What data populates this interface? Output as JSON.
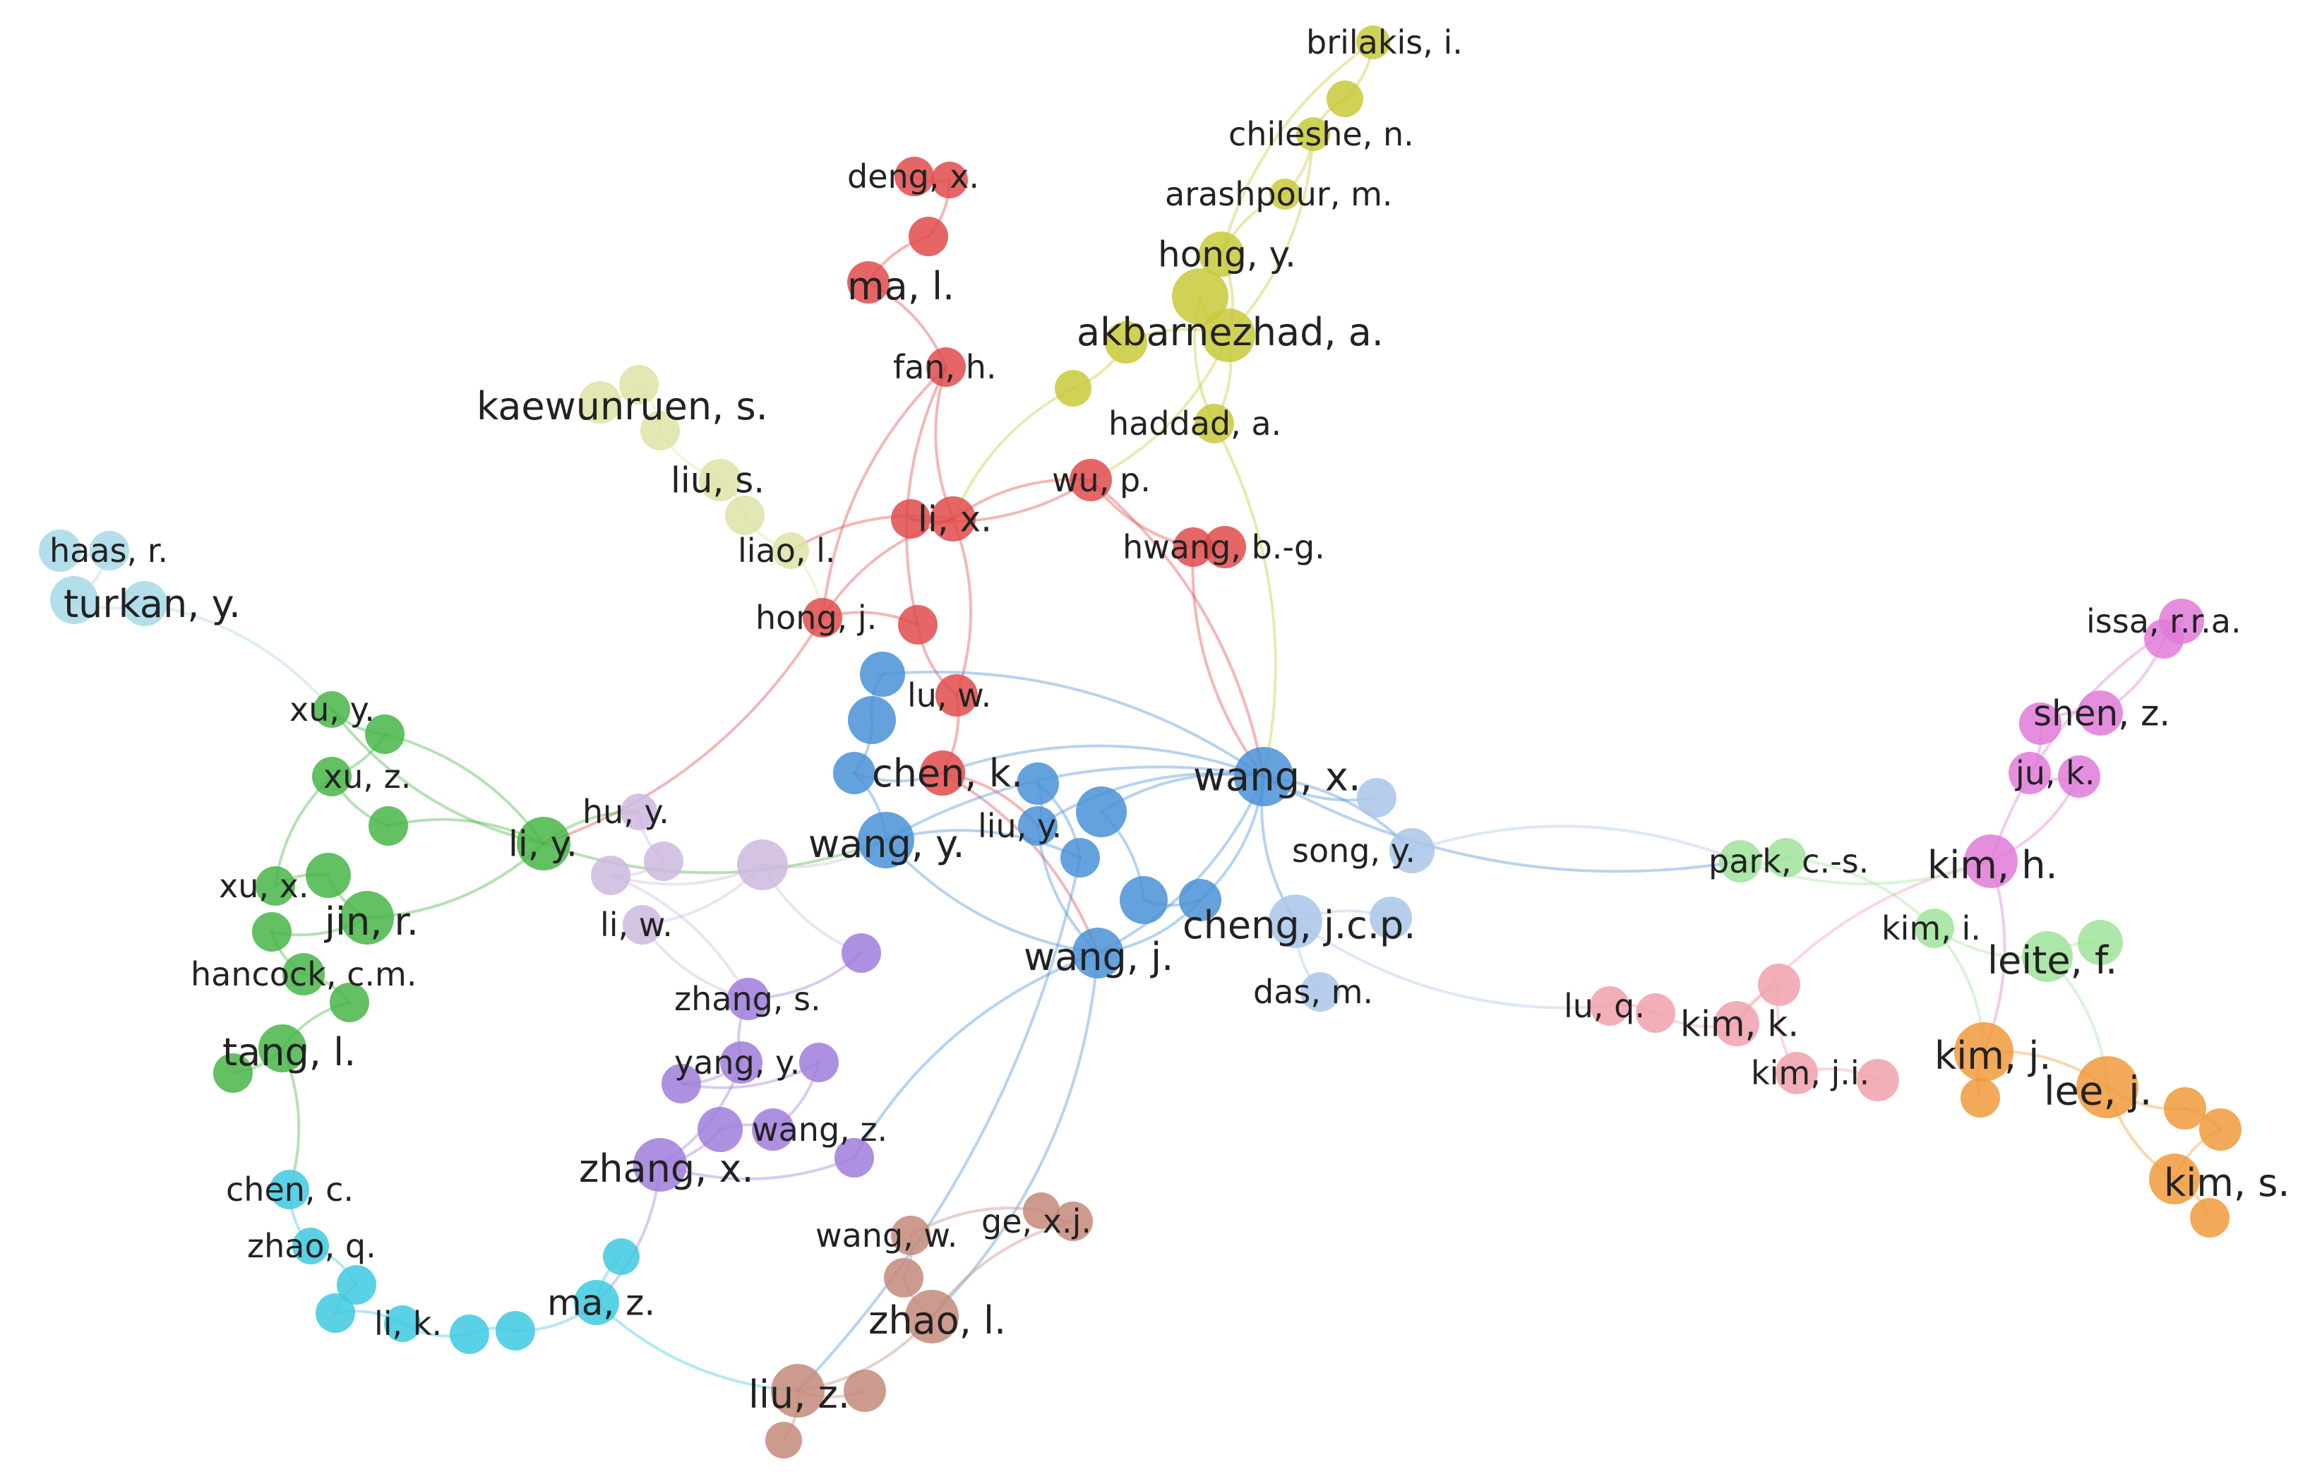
{
  "clusters": {
    "red": "#e04b4b",
    "yellow": "#c8c93a",
    "lightyellow": "#dde3a6",
    "cyanlight": "#a6d8e6",
    "green": "#48b548",
    "blue": "#4a90d6",
    "lightblue": "#a9c6e8",
    "lavender": "#cdb8de",
    "purple": "#a07cdc",
    "cyan": "#3ec9e0",
    "brown": "#c48a7a",
    "pink": "#f0a1ac",
    "lightgreen": "#9fe39a",
    "magenta": "#e07ad8",
    "orange": "#f09a3c"
  },
  "nodes": [
    {
      "id": "brilakis_i",
      "label": "brilakis, i.",
      "cluster": "yellow"
    },
    {
      "id": "y_b2",
      "label": "",
      "cluster": "yellow"
    },
    {
      "id": "chileshe_n",
      "label": "chileshe, n.",
      "cluster": "yellow"
    },
    {
      "id": "arashpour_m",
      "label": "arashpour, m.",
      "cluster": "yellow"
    },
    {
      "id": "hong_y",
      "label": "hong, y.",
      "cluster": "yellow"
    },
    {
      "id": "akbarnezhad_a",
      "label": "akbarnezhad, a.",
      "cluster": "yellow"
    },
    {
      "id": "y_a2",
      "label": "",
      "cluster": "yellow"
    },
    {
      "id": "y_a3",
      "label": "",
      "cluster": "yellow"
    },
    {
      "id": "y_small",
      "label": "",
      "cluster": "yellow"
    },
    {
      "id": "haddad_a",
      "label": "haddad, a.",
      "cluster": "yellow"
    },
    {
      "id": "deng_x",
      "label": "deng, x.",
      "cluster": "red"
    },
    {
      "id": "r_d2",
      "label": "",
      "cluster": "red"
    },
    {
      "id": "r_d3",
      "label": "",
      "cluster": "red"
    },
    {
      "id": "ma_l",
      "label": "ma, l.",
      "cluster": "red"
    },
    {
      "id": "fan_h",
      "label": "fan, h.",
      "cluster": "red"
    },
    {
      "id": "li_x",
      "label": "li, x.",
      "cluster": "red"
    },
    {
      "id": "r_l2",
      "label": "",
      "cluster": "red"
    },
    {
      "id": "wu_p",
      "label": "wu, p.",
      "cluster": "red"
    },
    {
      "id": "hwang_bg",
      "label": "hwang, b.-g.",
      "cluster": "red"
    },
    {
      "id": "r_h2",
      "label": "",
      "cluster": "red"
    },
    {
      "id": "hong_j",
      "label": "hong, j.",
      "cluster": "red"
    },
    {
      "id": "r_j2",
      "label": "",
      "cluster": "red"
    },
    {
      "id": "lu_w",
      "label": "lu, w.",
      "cluster": "red"
    },
    {
      "id": "chen_k",
      "label": "chen, k.",
      "cluster": "red"
    },
    {
      "id": "kaewunruen_s",
      "label": "kaewunruen, s.",
      "cluster": "lightyellow"
    },
    {
      "id": "ly_k2",
      "label": "",
      "cluster": "lightyellow"
    },
    {
      "id": "ly_k3",
      "label": "",
      "cluster": "lightyellow"
    },
    {
      "id": "liu_s",
      "label": "liu, s.",
      "cluster": "lightyellow"
    },
    {
      "id": "ly_s2",
      "label": "",
      "cluster": "lightyellow"
    },
    {
      "id": "liao_l",
      "label": "liao, l.",
      "cluster": "lightyellow"
    },
    {
      "id": "haas_r",
      "label": "haas, r.",
      "cluster": "cyanlight"
    },
    {
      "id": "cl_h2",
      "label": "",
      "cluster": "cyanlight"
    },
    {
      "id": "turkan_y",
      "label": "turkan, y.",
      "cluster": "cyanlight"
    },
    {
      "id": "cl_t2",
      "label": "",
      "cluster": "cyanlight"
    },
    {
      "id": "xu_y",
      "label": "xu, y.",
      "cluster": "green"
    },
    {
      "id": "g_y2",
      "label": "",
      "cluster": "green"
    },
    {
      "id": "xu_z",
      "label": "xu, z.",
      "cluster": "green"
    },
    {
      "id": "g_z2",
      "label": "",
      "cluster": "green"
    },
    {
      "id": "li_y",
      "label": "li, y.",
      "cluster": "green"
    },
    {
      "id": "xu_x",
      "label": "xu, x.",
      "cluster": "green"
    },
    {
      "id": "g_x2",
      "label": "",
      "cluster": "green"
    },
    {
      "id": "jin_r",
      "label": "jin, r.",
      "cluster": "green"
    },
    {
      "id": "g_j2",
      "label": "",
      "cluster": "green"
    },
    {
      "id": "hancock_cm",
      "label": "hancock, c.m.",
      "cluster": "green"
    },
    {
      "id": "g_h2",
      "label": "",
      "cluster": "green"
    },
    {
      "id": "tang_l",
      "label": "tang, l.",
      "cluster": "green"
    },
    {
      "id": "g_t2",
      "label": "",
      "cluster": "green"
    },
    {
      "id": "b_1",
      "label": "",
      "cluster": "blue"
    },
    {
      "id": "b_2",
      "label": "",
      "cluster": "blue"
    },
    {
      "id": "b_3",
      "label": "",
      "cluster": "blue"
    },
    {
      "id": "wang_x",
      "label": "wang, x.",
      "cluster": "blue"
    },
    {
      "id": "wang_y",
      "label": "wang, y.",
      "cluster": "blue"
    },
    {
      "id": "liu_y",
      "label": "liu, y.",
      "cluster": "blue"
    },
    {
      "id": "b_4",
      "label": "",
      "cluster": "blue"
    },
    {
      "id": "b_5",
      "label": "",
      "cluster": "blue"
    },
    {
      "id": "b_6",
      "label": "",
      "cluster": "blue"
    },
    {
      "id": "b_7",
      "label": "",
      "cluster": "blue"
    },
    {
      "id": "b_8",
      "label": "",
      "cluster": "blue"
    },
    {
      "id": "wang_j",
      "label": "wang, j.",
      "cluster": "blue"
    },
    {
      "id": "lb_1",
      "label": "",
      "cluster": "lightblue"
    },
    {
      "id": "song_y",
      "label": "song, y.",
      "cluster": "lightblue"
    },
    {
      "id": "cheng_jcp",
      "label": "cheng, j.c.p.",
      "cluster": "lightblue"
    },
    {
      "id": "lb_2",
      "label": "",
      "cluster": "lightblue"
    },
    {
      "id": "das_m",
      "label": "das, m.",
      "cluster": "lightblue"
    },
    {
      "id": "hu_y",
      "label": "hu, y.",
      "cluster": "lavender"
    },
    {
      "id": "lv_2",
      "label": "",
      "cluster": "lavender"
    },
    {
      "id": "lv_3",
      "label": "",
      "cluster": "lavender"
    },
    {
      "id": "lv_4",
      "label": "",
      "cluster": "lavender"
    },
    {
      "id": "li_w",
      "label": "li, w.",
      "cluster": "lavender"
    },
    {
      "id": "p_1",
      "label": "",
      "cluster": "purple"
    },
    {
      "id": "zhang_s",
      "label": "zhang, s.",
      "cluster": "purple"
    },
    {
      "id": "yang_y",
      "label": "yang, y.",
      "cluster": "purple"
    },
    {
      "id": "p_2",
      "label": "",
      "cluster": "purple"
    },
    {
      "id": "p_3",
      "label": "",
      "cluster": "purple"
    },
    {
      "id": "wang_z",
      "label": "wang, z.",
      "cluster": "purple"
    },
    {
      "id": "p_4",
      "label": "",
      "cluster": "purple"
    },
    {
      "id": "zhang_x",
      "label": "zhang, x.",
      "cluster": "purple"
    },
    {
      "id": "p_5",
      "label": "",
      "cluster": "purple"
    },
    {
      "id": "chen_c",
      "label": "chen, c.",
      "cluster": "cyan"
    },
    {
      "id": "zhao_q",
      "label": "zhao, q.",
      "cluster": "cyan"
    },
    {
      "id": "c_2",
      "label": "",
      "cluster": "cyan"
    },
    {
      "id": "c_3",
      "label": "",
      "cluster": "cyan"
    },
    {
      "id": "li_k",
      "label": "li, k.",
      "cluster": "cyan"
    },
    {
      "id": "c_4",
      "label": "",
      "cluster": "cyan"
    },
    {
      "id": "c_5",
      "label": "",
      "cluster": "cyan"
    },
    {
      "id": "ma_z",
      "label": "ma, z.",
      "cluster": "cyan"
    },
    {
      "id": "c_6",
      "label": "",
      "cluster": "cyan"
    },
    {
      "id": "ge_xj",
      "label": "ge, x.j.",
      "cluster": "brown"
    },
    {
      "id": "br_2",
      "label": "",
      "cluster": "brown"
    },
    {
      "id": "wang_w",
      "label": "wang, w.",
      "cluster": "brown"
    },
    {
      "id": "br_3",
      "label": "",
      "cluster": "brown"
    },
    {
      "id": "zhao_l",
      "label": "zhao, l.",
      "cluster": "brown"
    },
    {
      "id": "liu_z",
      "label": "liu, z.",
      "cluster": "brown"
    },
    {
      "id": "br_4",
      "label": "",
      "cluster": "brown"
    },
    {
      "id": "br_5",
      "label": "",
      "cluster": "brown"
    },
    {
      "id": "lu_q",
      "label": "lu, q.",
      "cluster": "pink"
    },
    {
      "id": "pk_2",
      "label": "",
      "cluster": "pink"
    },
    {
      "id": "kim_k",
      "label": "kim, k.",
      "cluster": "pink"
    },
    {
      "id": "pk_3",
      "label": "",
      "cluster": "pink"
    },
    {
      "id": "kim_ji",
      "label": "kim, j.i.",
      "cluster": "pink"
    },
    {
      "id": "pk_4",
      "label": "",
      "cluster": "pink"
    },
    {
      "id": "park_cs",
      "label": "park, c.-s.",
      "cluster": "lightgreen"
    },
    {
      "id": "lg_2",
      "label": "",
      "cluster": "lightgreen"
    },
    {
      "id": "kim_i",
      "label": "kim, i.",
      "cluster": "lightgreen"
    },
    {
      "id": "leite_f",
      "label": "leite, f.",
      "cluster": "lightgreen"
    },
    {
      "id": "lg_3",
      "label": "",
      "cluster": "lightgreen"
    },
    {
      "id": "issa_rra",
      "label": "issa, r.r.a.",
      "cluster": "magenta"
    },
    {
      "id": "m_2",
      "label": "",
      "cluster": "magenta"
    },
    {
      "id": "shen_z",
      "label": "shen, z.",
      "cluster": "magenta"
    },
    {
      "id": "m_3",
      "label": "",
      "cluster": "magenta"
    },
    {
      "id": "ju_k",
      "label": "ju, k.",
      "cluster": "magenta"
    },
    {
      "id": "m_4",
      "label": "",
      "cluster": "magenta"
    },
    {
      "id": "kim_h",
      "label": "kim, h.",
      "cluster": "magenta"
    },
    {
      "id": "kim_j",
      "label": "kim, j.",
      "cluster": "orange"
    },
    {
      "id": "o_2",
      "label": "",
      "cluster": "orange"
    },
    {
      "id": "lee_j",
      "label": "lee, j.",
      "cluster": "orange"
    },
    {
      "id": "o_3",
      "label": "",
      "cluster": "orange"
    },
    {
      "id": "o_4",
      "label": "",
      "cluster": "orange"
    },
    {
      "id": "kim_s",
      "label": "kim, s.",
      "cluster": "orange"
    },
    {
      "id": "o_5",
      "label": "",
      "cluster": "orange"
    }
  ],
  "edges": [
    [
      "brilakis_i",
      "y_b2"
    ],
    [
      "y_b2",
      "chileshe_n"
    ],
    [
      "chileshe_n",
      "arashpour_m"
    ],
    [
      "arashpour_m",
      "hong_y"
    ],
    [
      "hong_y",
      "akbarnezhad_a"
    ],
    [
      "akbarnezhad_a",
      "y_a2"
    ],
    [
      "akbarnezhad_a",
      "y_a3"
    ],
    [
      "y_a3",
      "haddad_a"
    ],
    [
      "akbarnezhad_a",
      "haddad_a"
    ],
    [
      "brilakis_i",
      "hong_y"
    ],
    [
      "chileshe_n",
      "akbarnezhad_a"
    ],
    [
      "y_small",
      "y_a2"
    ],
    [
      "haddad_a",
      "wang_x"
    ],
    [
      "y_small",
      "li_x"
    ],
    [
      "akbarnezhad_a",
      "wu_p"
    ],
    [
      "deng_x",
      "r_d2"
    ],
    [
      "r_d2",
      "r_d3"
    ],
    [
      "r_d3",
      "ma_l"
    ],
    [
      "ma_l",
      "fan_h"
    ],
    [
      "fan_h",
      "li_x"
    ],
    [
      "li_x",
      "r_l2"
    ],
    [
      "r_l2",
      "wu_p"
    ],
    [
      "li_x",
      "wu_p"
    ],
    [
      "wu_p",
      "hwang_bg"
    ],
    [
      "hwang_bg",
      "r_h2"
    ],
    [
      "li_x",
      "hong_j"
    ],
    [
      "hong_j",
      "r_j2"
    ],
    [
      "r_j2",
      "lu_w"
    ],
    [
      "lu_w",
      "chen_k"
    ],
    [
      "fan_h",
      "hong_j"
    ],
    [
      "li_x",
      "lu_w"
    ],
    [
      "fan_h",
      "r_j2"
    ],
    [
      "wu_p",
      "wang_x"
    ],
    [
      "li_x",
      "liao_l"
    ],
    [
      "hong_j",
      "li_y"
    ],
    [
      "hwang_bg",
      "wang_x"
    ],
    [
      "chen_k",
      "wang_j"
    ],
    [
      "kaewunruen_s",
      "ly_k2"
    ],
    [
      "ly_k2",
      "ly_k3"
    ],
    [
      "ly_k3",
      "liu_s"
    ],
    [
      "liu_s",
      "ly_s2"
    ],
    [
      "ly_s2",
      "liao_l"
    ],
    [
      "liao_l",
      "hong_j"
    ],
    [
      "haas_r",
      "cl_h2"
    ],
    [
      "cl_h2",
      "turkan_y"
    ],
    [
      "turkan_y",
      "cl_t2"
    ],
    [
      "cl_t2",
      "xu_y"
    ],
    [
      "xu_y",
      "g_y2"
    ],
    [
      "g_y2",
      "xu_z"
    ],
    [
      "xu_z",
      "g_z2"
    ],
    [
      "g_z2",
      "li_y"
    ],
    [
      "xu_z",
      "xu_x"
    ],
    [
      "xu_x",
      "g_x2"
    ],
    [
      "g_x2",
      "jin_r"
    ],
    [
      "jin_r",
      "g_j2"
    ],
    [
      "g_j2",
      "hancock_cm"
    ],
    [
      "hancock_cm",
      "g_h2"
    ],
    [
      "g_h2",
      "tang_l"
    ],
    [
      "tang_l",
      "g_t2"
    ],
    [
      "xu_y",
      "li_y"
    ],
    [
      "g_y2",
      "li_y"
    ],
    [
      "jin_r",
      "li_y"
    ],
    [
      "tang_l",
      "chen_c"
    ],
    [
      "li_y",
      "wang_y"
    ],
    [
      "li_y",
      "hu_y"
    ],
    [
      "b_1",
      "b_2"
    ],
    [
      "b_2",
      "b_3"
    ],
    [
      "b_3",
      "chen_k"
    ],
    [
      "chen_k",
      "liu_y"
    ],
    [
      "liu_y",
      "b_4"
    ],
    [
      "b_4",
      "b_5"
    ],
    [
      "b_5",
      "wang_y"
    ],
    [
      "wang_y",
      "wang_x"
    ],
    [
      "wang_x",
      "liu_y"
    ],
    [
      "b_6",
      "b_7"
    ],
    [
      "b_7",
      "b_8"
    ],
    [
      "b_8",
      "wang_j"
    ],
    [
      "wang_j",
      "wang_x"
    ],
    [
      "wang_j",
      "liu_y"
    ],
    [
      "wang_x",
      "b_6"
    ],
    [
      "wang_x",
      "b_8"
    ],
    [
      "wang_y",
      "b_3"
    ],
    [
      "wang_j",
      "wang_y"
    ],
    [
      "wang_x",
      "chen_k"
    ],
    [
      "b_1",
      "wang_x"
    ],
    [
      "wang_x",
      "lb_1"
    ],
    [
      "wang_x",
      "song_y"
    ],
    [
      "wang_x",
      "cheng_jcp"
    ],
    [
      "cheng_jcp",
      "lb_2"
    ],
    [
      "cheng_jcp",
      "das_m"
    ],
    [
      "song_y",
      "park_cs"
    ],
    [
      "wang_x",
      "park_cs"
    ],
    [
      "wang_j",
      "zhao_l"
    ],
    [
      "wang_j",
      "p_5"
    ],
    [
      "b_5",
      "liu_z"
    ],
    [
      "hu_y",
      "lv_2"
    ],
    [
      "lv_2",
      "lv_3"
    ],
    [
      "lv_3",
      "lv_4"
    ],
    [
      "lv_4",
      "li_w"
    ],
    [
      "lv_4",
      "wang_y"
    ],
    [
      "lv_3",
      "zhang_s"
    ],
    [
      "li_w",
      "zhang_s"
    ],
    [
      "p_1",
      "zhang_s"
    ],
    [
      "zhang_s",
      "yang_y"
    ],
    [
      "yang_y",
      "p_2"
    ],
    [
      "p_2",
      "p_3"
    ],
    [
      "p_3",
      "wang_z"
    ],
    [
      "wang_z",
      "p_4"
    ],
    [
      "p_4",
      "zhang_x"
    ],
    [
      "zhang_x",
      "p_5"
    ],
    [
      "yang_y",
      "zhang_x"
    ],
    [
      "lv_4",
      "p_1"
    ],
    [
      "zhang_x",
      "ma_z"
    ],
    [
      "chen_c",
      "zhao_q"
    ],
    [
      "zhao_q",
      "c_2"
    ],
    [
      "c_2",
      "c_3"
    ],
    [
      "c_3",
      "li_k"
    ],
    [
      "li_k",
      "c_4"
    ],
    [
      "c_4",
      "c_5"
    ],
    [
      "c_5",
      "ma_z"
    ],
    [
      "ma_z",
      "c_6"
    ],
    [
      "ma_z",
      "liu_z"
    ],
    [
      "ge_xj",
      "br_2"
    ],
    [
      "br_2",
      "wang_w"
    ],
    [
      "wang_w",
      "br_3"
    ],
    [
      "br_3",
      "zhao_l"
    ],
    [
      "zhao_l",
      "liu_z"
    ],
    [
      "liu_z",
      "br_4"
    ],
    [
      "liu_z",
      "br_5"
    ],
    [
      "ge_xj",
      "zhao_l"
    ],
    [
      "lu_q",
      "pk_2"
    ],
    [
      "pk_2",
      "kim_k"
    ],
    [
      "kim_k",
      "pk_3"
    ],
    [
      "pk_3",
      "kim_ji"
    ],
    [
      "kim_ji",
      "pk_4"
    ],
    [
      "cheng_jcp",
      "lu_q"
    ],
    [
      "kim_k",
      "kim_h"
    ],
    [
      "park_cs",
      "lg_2"
    ],
    [
      "lg_2",
      "kim_i"
    ],
    [
      "kim_i",
      "leite_f"
    ],
    [
      "leite_f",
      "lg_3"
    ],
    [
      "park_cs",
      "kim_h"
    ],
    [
      "kim_i",
      "kim_j"
    ],
    [
      "issa_rra",
      "m_2"
    ],
    [
      "m_2",
      "shen_z"
    ],
    [
      "shen_z",
      "m_3"
    ],
    [
      "m_3",
      "ju_k"
    ],
    [
      "ju_k",
      "m_4"
    ],
    [
      "m_4",
      "kim_h"
    ],
    [
      "issa_rra",
      "kim_h"
    ],
    [
      "kim_h",
      "kim_j"
    ],
    [
      "kim_j",
      "o_2"
    ],
    [
      "kim_j",
      "lee_j"
    ],
    [
      "lee_j",
      "o_3"
    ],
    [
      "o_3",
      "o_4"
    ],
    [
      "o_4",
      "kim_s"
    ],
    [
      "kim_s",
      "o_5"
    ],
    [
      "lee_j",
      "kim_s"
    ],
    [
      "leite_f",
      "lee_j"
    ]
  ]
}
